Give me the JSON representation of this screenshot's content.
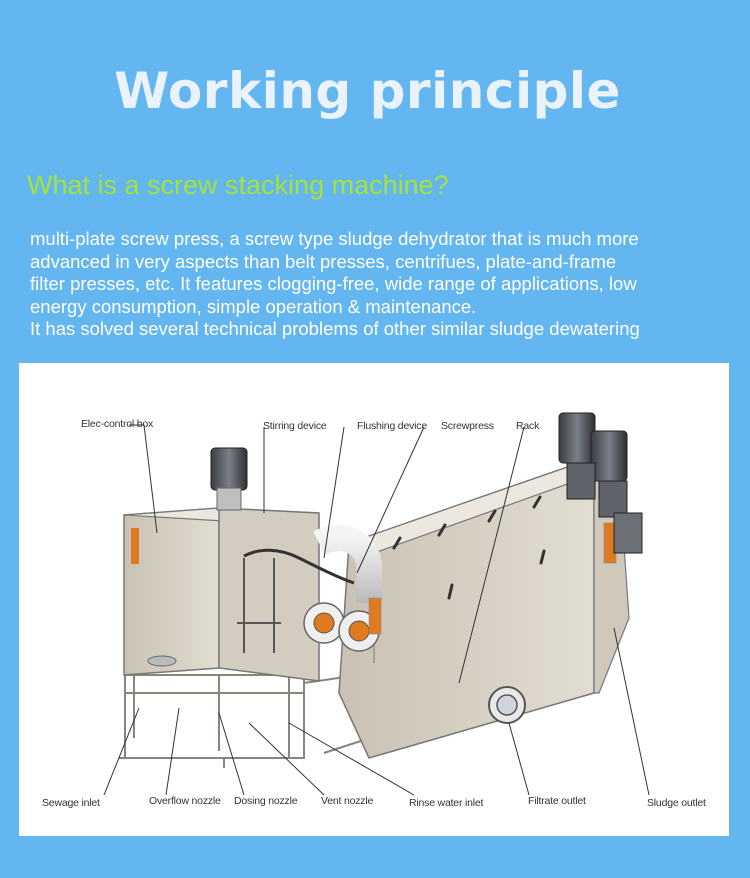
{
  "header": {
    "title": "Working principle",
    "subtitle": "What is a screw stacking machine?"
  },
  "description": {
    "lines": [
      "multi-plate screw press, a screw type sludge dehydrator that is much more",
      "advanced in very aspects than belt presses, centrifues, plate-and-frame",
      "filter presses, etc. It features clogging-free, wide range of applications, low",
      "energy consumption, simple operation & maintenance.",
      "It has solved several technical problems of other similar sludge dewatering"
    ]
  },
  "diagram": {
    "labels": {
      "elec_control_box": "Elec-control box",
      "stirring_device": "Stirring device",
      "flushing_device": "Flushing device",
      "screwpress": "Screwpress",
      "rack": "Rack",
      "sewage_inlet": "Sewage inlet",
      "overflow_nozzle": "Overflow nozzle",
      "dosing_nozzle": "Dosing nozzle",
      "vent_nozzle": "Vent nozzle",
      "rinse_water_inlet": "Rinse water inlet",
      "filtrate_outlet": "Filtrate outlet",
      "sludge_outlet": "Sludge outlet"
    }
  },
  "colors": {
    "background": "#63b6f0",
    "title": "#eaf3fb",
    "subtitle": "#a6e23a",
    "body_text": "#ffffff",
    "machine_body": "#d8d2c6",
    "warning_label": "#e07a20"
  }
}
